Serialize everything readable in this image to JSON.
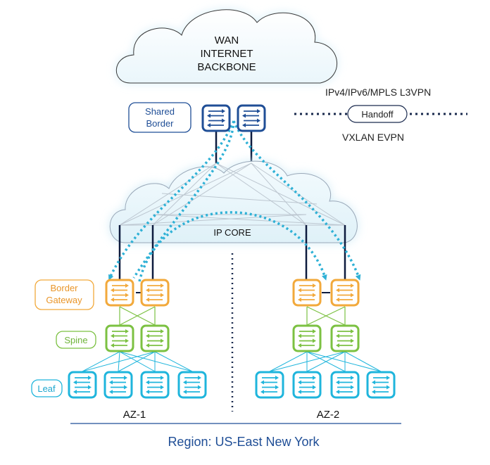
{
  "wan_cloud": {
    "line1": "WAN",
    "line2": "INTERNET",
    "line3": "BACKBONE"
  },
  "core_cloud": {
    "label": "IP CORE"
  },
  "handoff": {
    "top_label": "IPv4/IPv6/MPLS L3VPN",
    "pill_label": "Handoff",
    "bottom_label": "VXLAN EVPN"
  },
  "roles": {
    "shared_border_line1": "Shared",
    "shared_border_line2": "Border",
    "border_gateway_line1": "Border",
    "border_gateway_line2": "Gateway",
    "spine": "Spine",
    "leaf": "Leaf"
  },
  "zones": {
    "az1": "AZ-1",
    "az2": "AZ-2"
  },
  "region": {
    "label": "Region: US-East New York"
  },
  "colors": {
    "shared_border": "#1f4e96",
    "border_gateway": "#f2a93b",
    "spine": "#7cc142",
    "leaf": "#1fb5dc",
    "dotted_link": "#2fb1d6",
    "region_text": "#1f4e96",
    "link_dark": "#0d1b3e"
  },
  "icons": {
    "switch": "switch-icon",
    "cloud": "cloud-icon"
  }
}
